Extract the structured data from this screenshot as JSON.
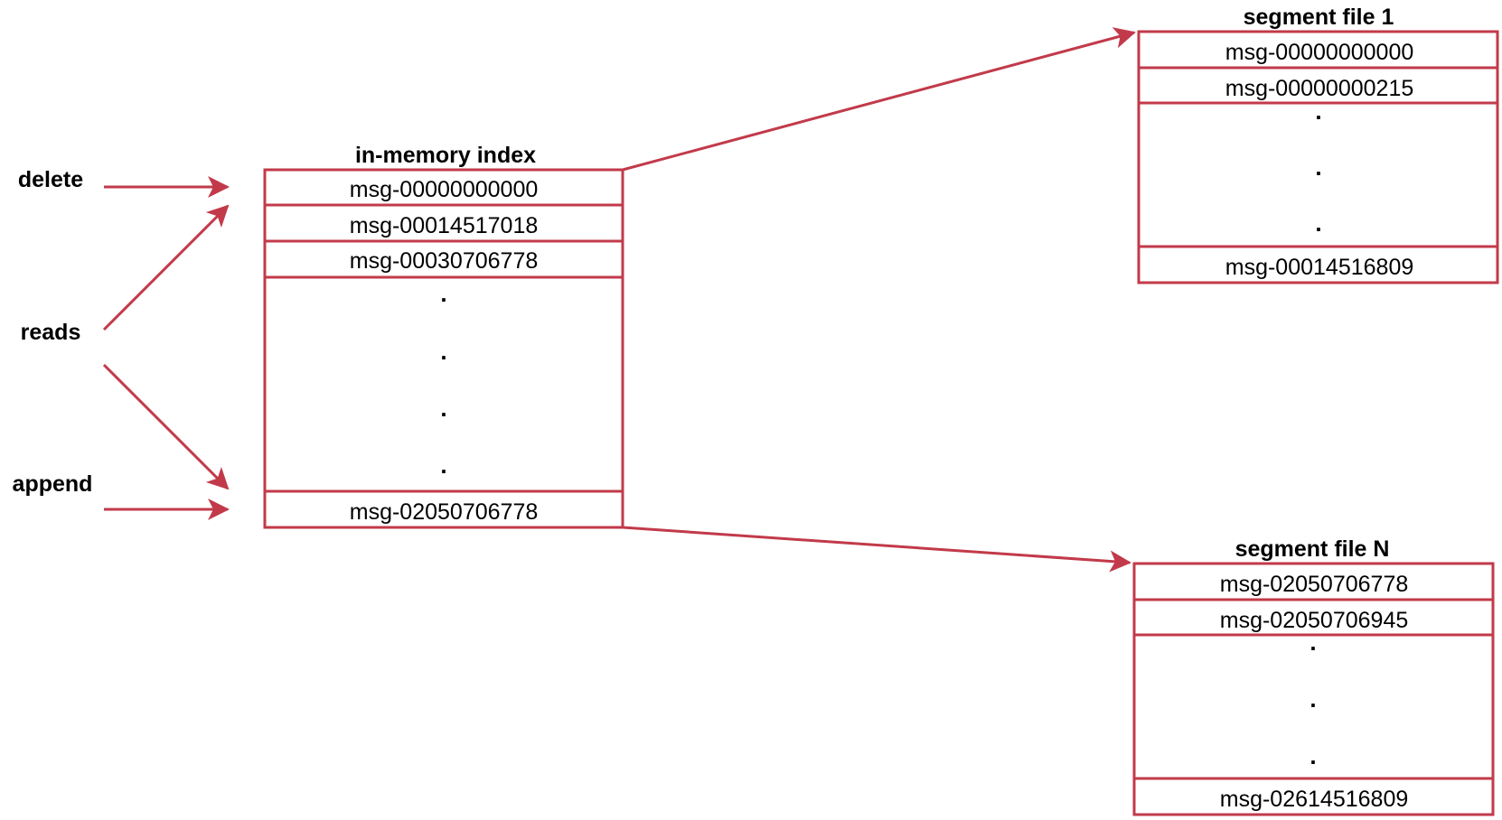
{
  "colors": {
    "accent": "#c23a4a",
    "text": "#000000",
    "background": "#ffffff"
  },
  "operations": {
    "delete": "delete",
    "reads": "reads",
    "append": "append"
  },
  "index": {
    "title": "in-memory index",
    "entries": [
      "msg-00000000000",
      "msg-00014517018",
      "msg-00030706778"
    ],
    "gap": [
      ".",
      ".",
      ".",
      "."
    ],
    "last": "msg-02050706778"
  },
  "segment_first": {
    "title": "segment file 1",
    "entries": [
      "msg-00000000000",
      "msg-00000000215"
    ],
    "gap": [
      ".",
      ".",
      "."
    ],
    "last": "msg-00014516809"
  },
  "segment_last": {
    "title": "segment file N",
    "entries": [
      "msg-02050706778",
      "msg-02050706945"
    ],
    "gap": [
      ".",
      ".",
      "."
    ],
    "last": "msg-02614516809"
  }
}
